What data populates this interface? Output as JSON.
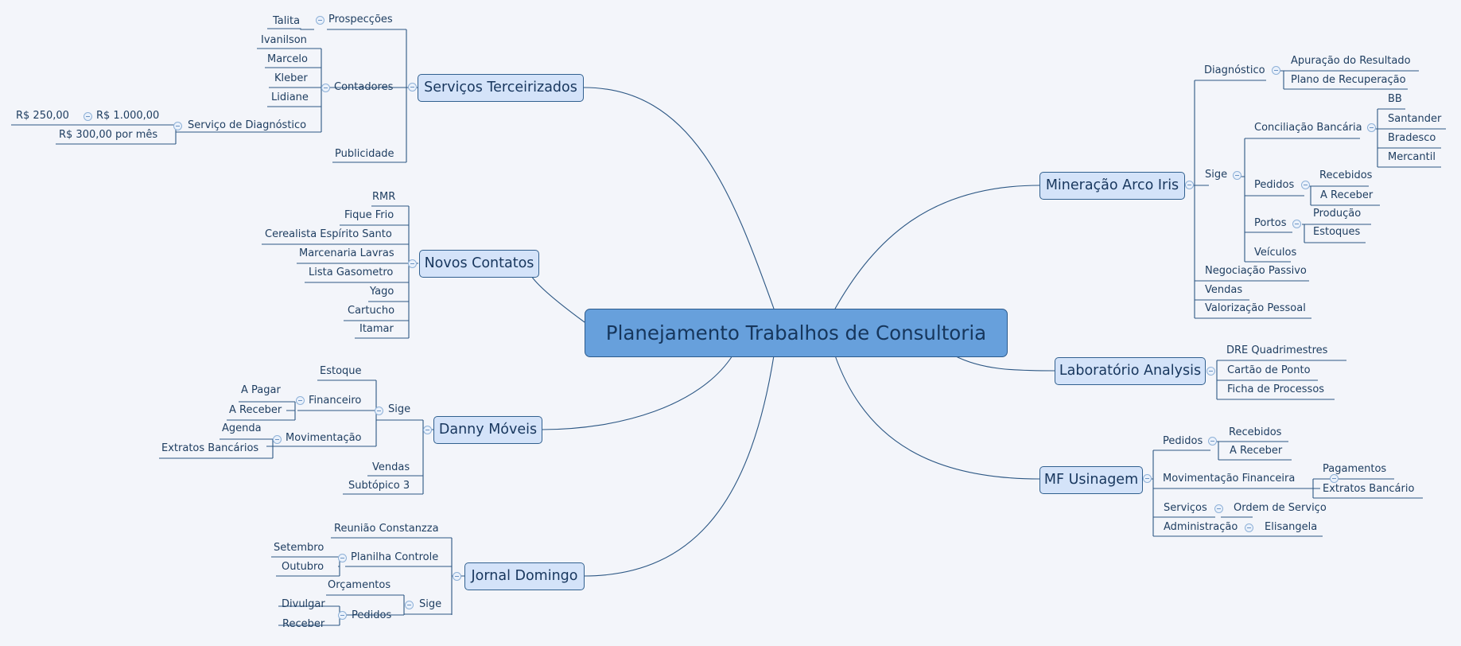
{
  "central": "Planejamento Trabalhos de Consultoria",
  "mains": {
    "servicos": "Serviços Terceirizados",
    "novos": "Novos Contatos",
    "danny": "Danny Móveis",
    "jornal": "Jornal Domingo",
    "mineracao": "Mineração Arco Iris",
    "lab": "Laboratório Analysis",
    "mf": "MF Usinagem"
  },
  "servicos": {
    "prospeccoes": "Prospecções",
    "talita": "Talita",
    "contadores": "Contadores",
    "ivanilson": "Ivanilson",
    "marcelo": "Marcelo",
    "kleber": "Kleber",
    "lidiane": "Lidiane",
    "diagnostico": "Serviço de Diagnóstico",
    "r1000": "R$ 1.000,00",
    "r250": "R$ 250,00",
    "r300": "R$ 300,00 por mês",
    "publicidade": "Publicidade"
  },
  "novos": [
    "RMR",
    "Fique Frio",
    "Cerealista Espírito Santo",
    "Marcenaria Lavras",
    "Lista Gasometro",
    "Yago",
    "Cartucho",
    "Itamar"
  ],
  "danny": {
    "sige": "Sige",
    "estoque": "Estoque",
    "financeiro": "Financeiro",
    "apagar": "A Pagar",
    "areceber": "A Receber",
    "movimentacao": "Movimentação",
    "agenda": "Agenda",
    "extratos": "Extratos Bancários",
    "vendas": "Vendas",
    "subtopico": "Subtópico 3"
  },
  "jornal": {
    "reuniao": "Reunião Constanzza",
    "planilha": "Planilha Controle",
    "setembro": "Setembro",
    "outubro": "Outubro",
    "sige": "Sige",
    "orcamentos": "Orçamentos",
    "pedidos": "Pedidos",
    "divulgar": "Divulgar",
    "receber": "Receber"
  },
  "mineracao": {
    "diagnostico": "Diagnóstico",
    "apuracao": "Apuração do Resultado",
    "plano": "Plano de Recuperação",
    "sige": "Sige",
    "conciliacao": "Conciliação Bancária",
    "bb": "BB",
    "santander": "Santander",
    "bradesco": "Bradesco",
    "mercantil": "Mercantil",
    "pedidos": "Pedidos",
    "recebidos": "Recebidos",
    "areceber": "A Receber",
    "portos": "Portos",
    "producao": "Produção",
    "estoques": "Estoques",
    "veiculos": "Veículos",
    "negociacao": "Negociação Passivo",
    "vendas": "Vendas",
    "valorizacao": "Valorização Pessoal"
  },
  "lab": [
    "DRE Quadrimestres",
    "Cartão de Ponto",
    "Ficha de Processos"
  ],
  "mf": {
    "pedidos": "Pedidos",
    "recebidos": "Recebidos",
    "areceber": "A Receber",
    "movimentacao": "Movimentação Financeira",
    "pagamentos": "Pagamentos",
    "extratos": "Extratos Bancário",
    "servicos": "Serviços",
    "ordem": "Ordem de Serviço",
    "administracao": "Administração",
    "elisangela": "Elisangela"
  }
}
